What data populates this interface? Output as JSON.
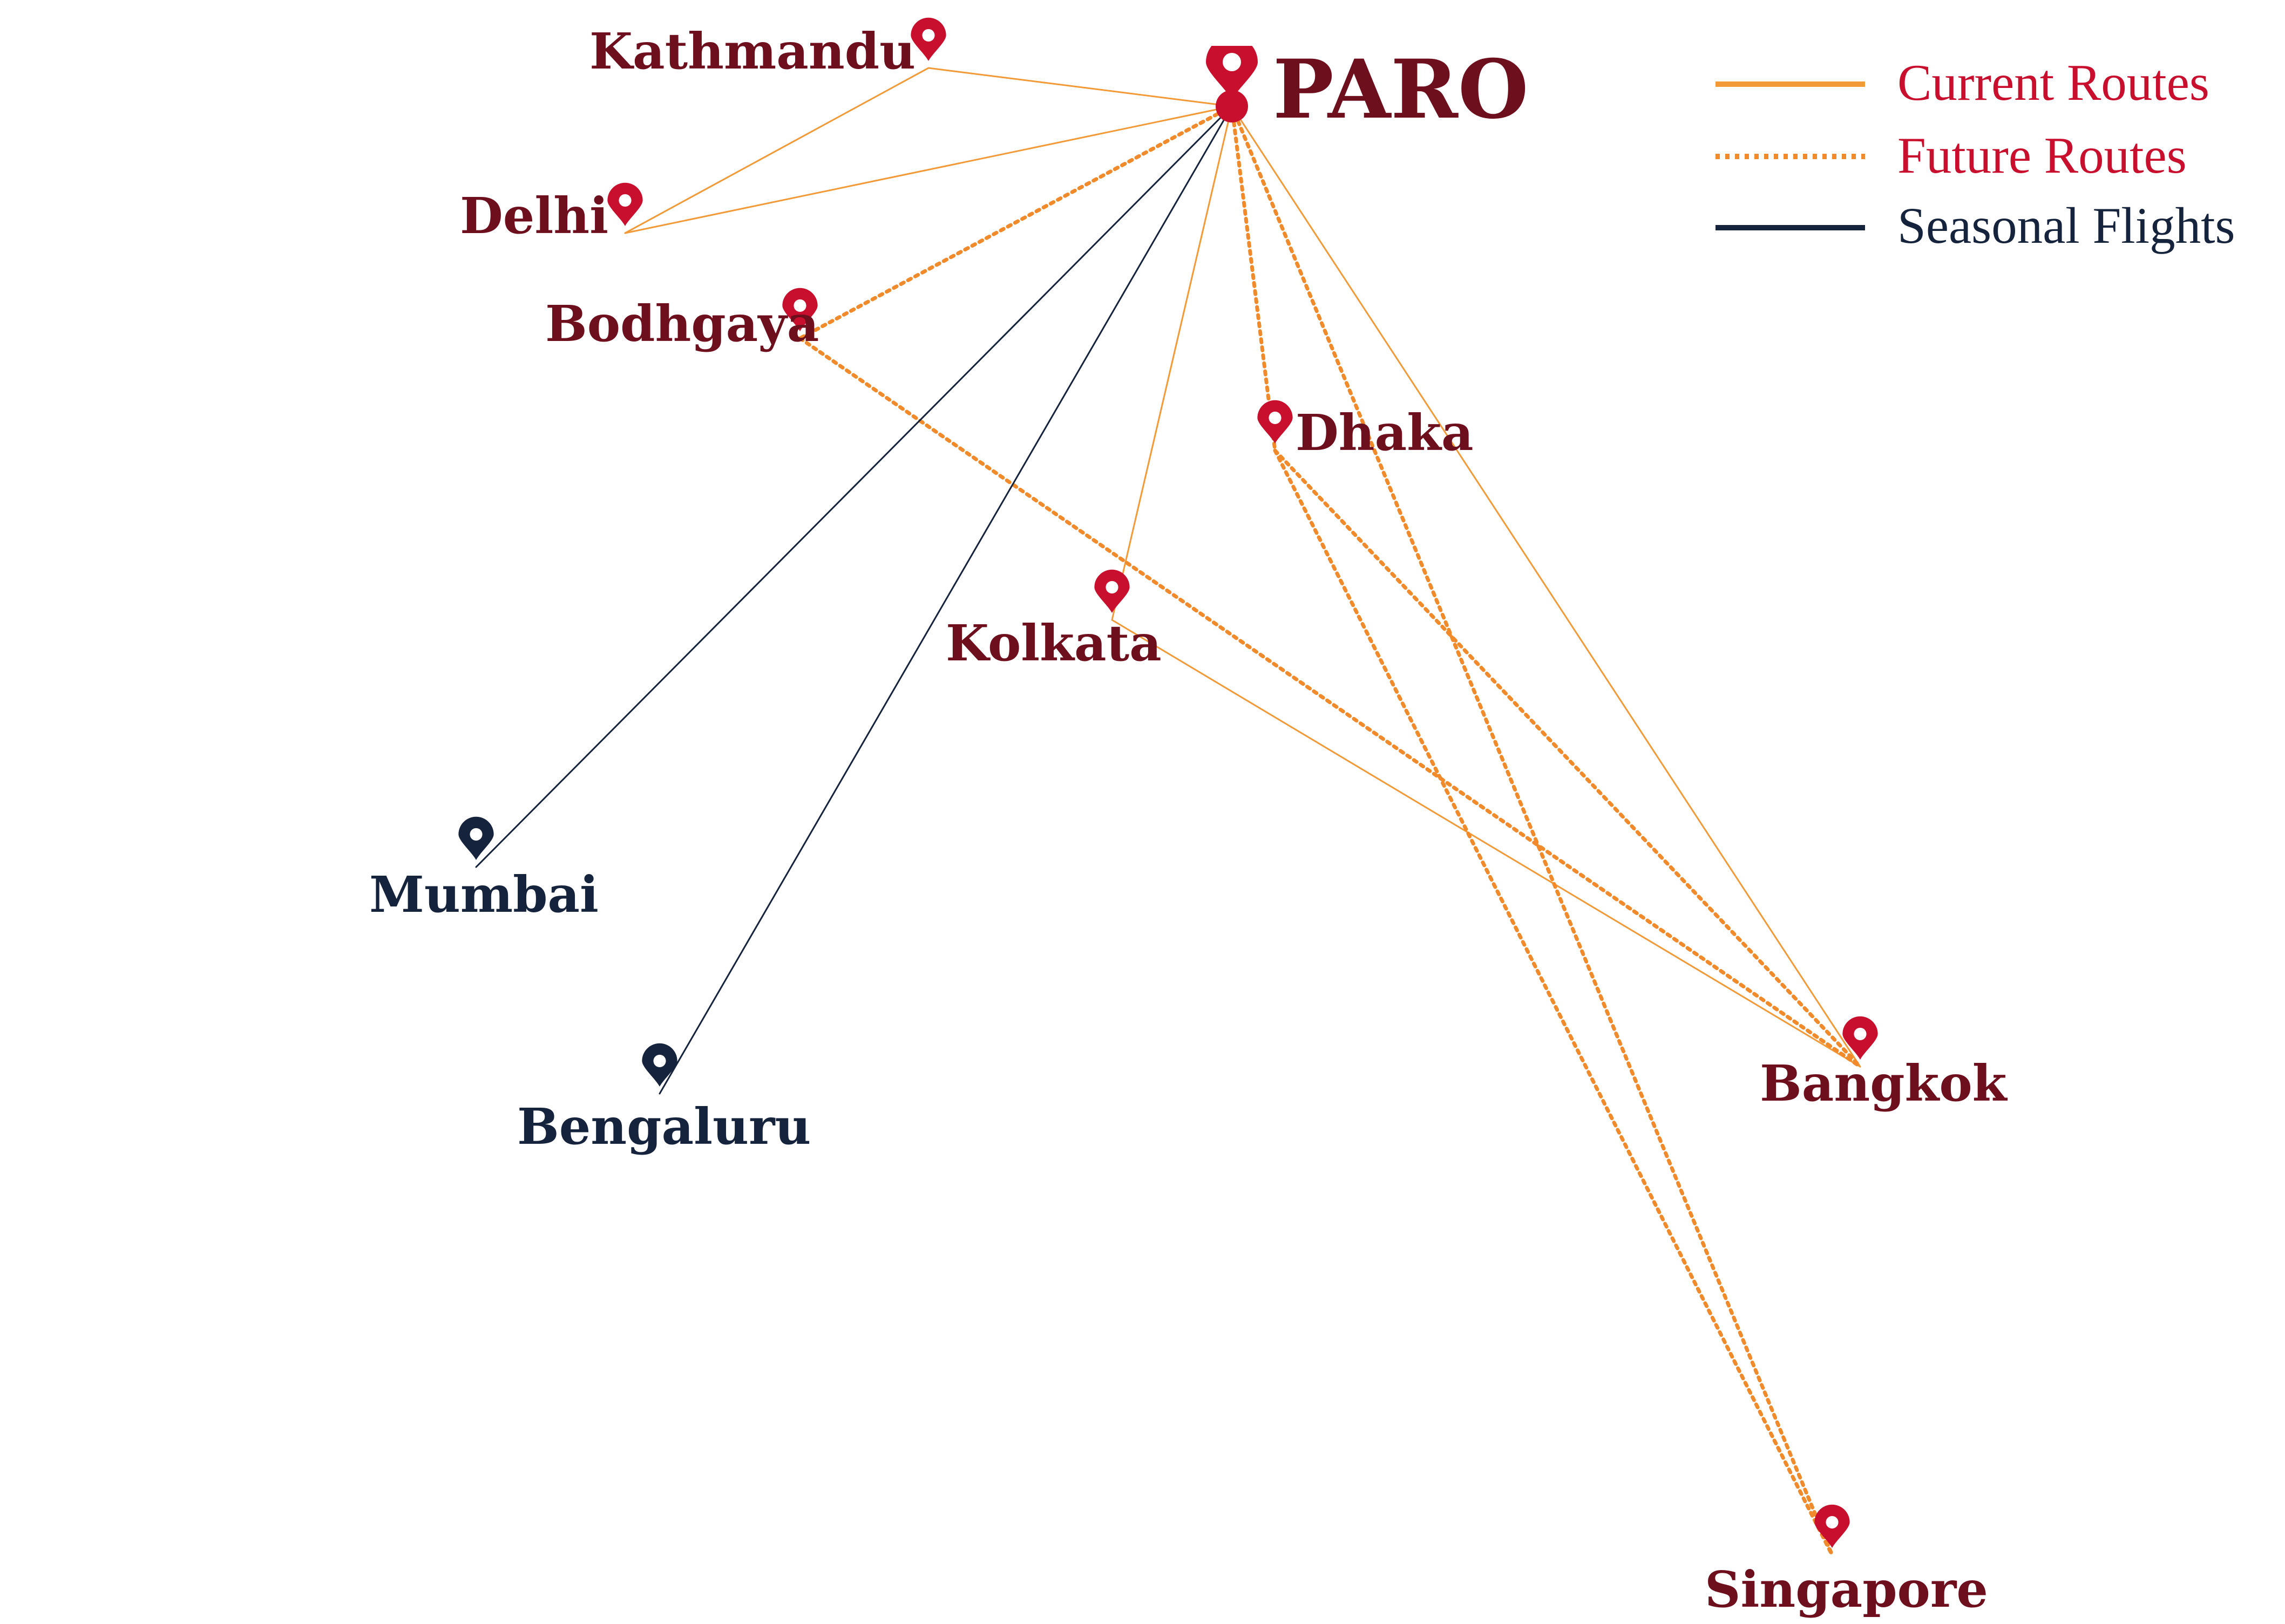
{
  "colors": {
    "current_route": "#F29A38",
    "future_route": "#F08A2A",
    "seasonal_route": "#16233D",
    "pin_red": "#C8102E",
    "pin_navy": "#16233D",
    "label_maroon": "#6E0F1E",
    "label_navy": "#16233D",
    "legend_red": "#C8102E",
    "legend_navy": "#16233D"
  },
  "hub": {
    "name": "PARO",
    "icon": "map-pin-icon"
  },
  "cities": [
    {
      "id": "kathmandu",
      "name": "Kathmandu",
      "icon": "map-pin-icon",
      "pin_color": "red"
    },
    {
      "id": "delhi",
      "name": "Delhi",
      "icon": "map-pin-icon",
      "pin_color": "red"
    },
    {
      "id": "bodhgaya",
      "name": "Bodhgaya",
      "icon": "map-pin-icon",
      "pin_color": "red"
    },
    {
      "id": "dhaka",
      "name": "Dhaka",
      "icon": "map-pin-icon",
      "pin_color": "red"
    },
    {
      "id": "kolkata",
      "name": "Kolkata",
      "icon": "map-pin-icon",
      "pin_color": "red"
    },
    {
      "id": "mumbai",
      "name": "Mumbai",
      "icon": "map-pin-icon",
      "pin_color": "navy"
    },
    {
      "id": "bengaluru",
      "name": "Bengaluru",
      "icon": "map-pin-icon",
      "pin_color": "navy"
    },
    {
      "id": "bangkok",
      "name": "Bangkok",
      "icon": "map-pin-icon",
      "pin_color": "red"
    },
    {
      "id": "singapore",
      "name": "Singapore",
      "icon": "map-pin-icon",
      "pin_color": "red"
    }
  ],
  "routes": [
    {
      "from": "paro",
      "to": "kathmandu",
      "type": "current"
    },
    {
      "from": "kathmandu",
      "to": "delhi",
      "type": "current"
    },
    {
      "from": "paro",
      "to": "delhi",
      "type": "current"
    },
    {
      "from": "paro",
      "to": "kolkata",
      "type": "current"
    },
    {
      "from": "kolkata",
      "to": "bangkok",
      "type": "current"
    },
    {
      "from": "paro",
      "to": "bangkok",
      "type": "current"
    },
    {
      "from": "paro",
      "to": "bodhgaya",
      "type": "future"
    },
    {
      "from": "bodhgaya",
      "to": "bangkok",
      "type": "future"
    },
    {
      "from": "paro",
      "to": "dhaka",
      "type": "future"
    },
    {
      "from": "dhaka",
      "to": "bangkok",
      "type": "future"
    },
    {
      "from": "dhaka",
      "to": "singapore",
      "type": "future"
    },
    {
      "from": "paro",
      "to": "singapore",
      "type": "future"
    },
    {
      "from": "paro",
      "to": "mumbai",
      "type": "seasonal"
    },
    {
      "from": "paro",
      "to": "bengaluru",
      "type": "seasonal"
    }
  ],
  "legend": {
    "current": "Current Routes",
    "future": "Future Routes",
    "seasonal": "Seasonal Flights"
  }
}
